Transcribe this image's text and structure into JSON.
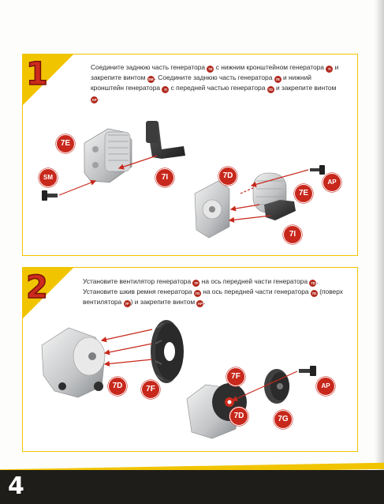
{
  "step1": {
    "number": "1",
    "text_a": "Соедините заднюю часть генератора ",
    "text_b": " с нижним кронштейном генератора ",
    "text_c": " и закрепите винтом ",
    "text_d": ". Соедините заднюю часть генератора ",
    "text_e": " и нижний кронштейн генератора ",
    "text_f": " с передней частью генератора ",
    "text_g": " и закрепите винтом ",
    "text_h": ".",
    "tags": [
      "7E",
      "7I",
      "SM",
      "7E",
      "7I",
      "7D",
      "AP"
    ],
    "callouts": [
      "7E",
      "SM",
      "7I",
      "7D",
      "7E",
      "AP",
      "7I"
    ]
  },
  "step2": {
    "number": "2",
    "text_a": "Установите вентилятор генератора ",
    "text_b": " на ось передней части генератора ",
    "text_c": ". Установите шкив ремня генератора ",
    "text_d": " на ось передней части генератора ",
    "text_e": " (поверх вентилятора ",
    "text_f": ") и закрепите винтом ",
    "text_g": ".",
    "tags": [
      "7F",
      "7D",
      "7G",
      "7D",
      "7F",
      "AP"
    ],
    "callouts": [
      "7D",
      "7F",
      "7F",
      "AP",
      "7D",
      "7G"
    ]
  },
  "page_number": "4",
  "colors": {
    "accent_yellow": "#f1c400",
    "tag_red": "#c8281c",
    "footer": "#1f1d1a"
  }
}
